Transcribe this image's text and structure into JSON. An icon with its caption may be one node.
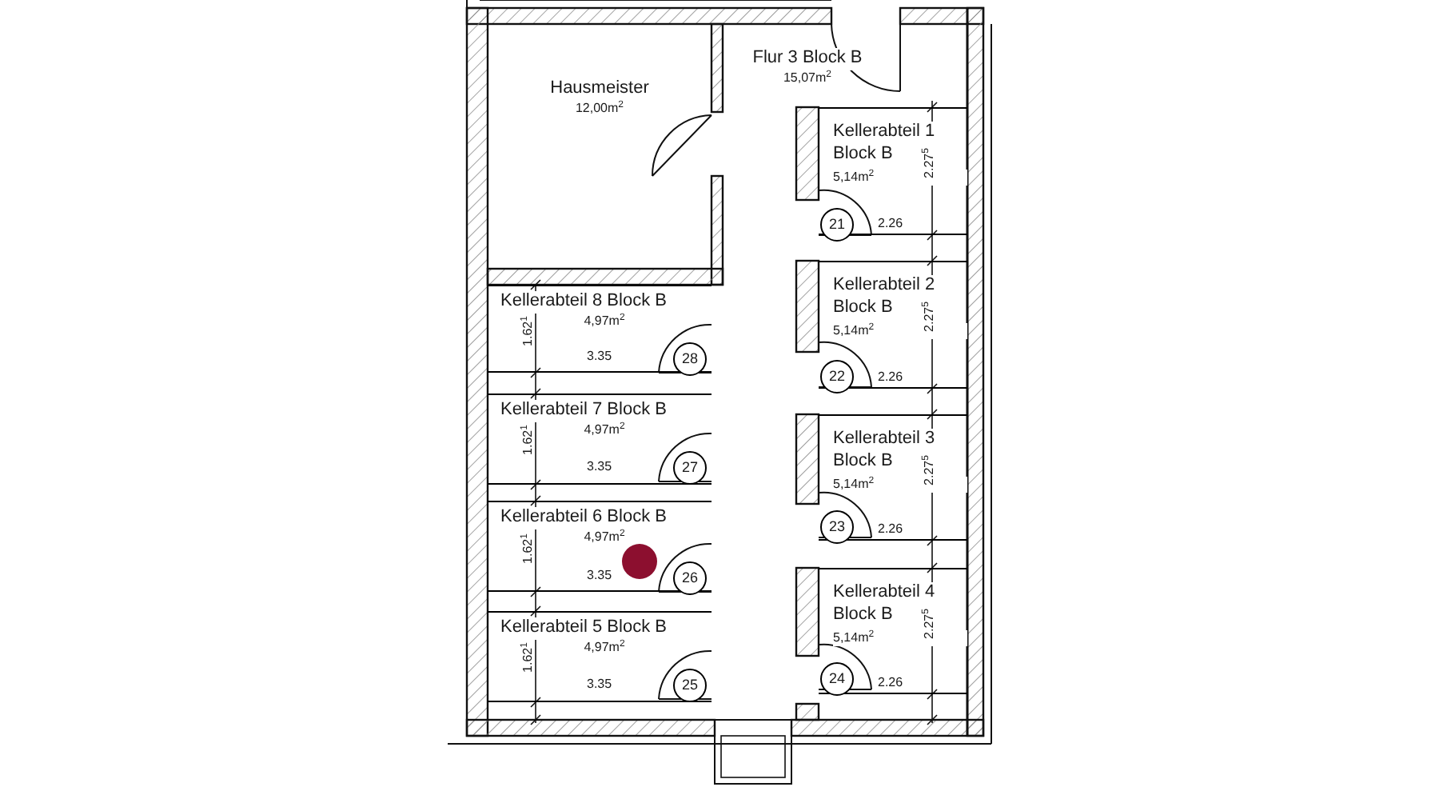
{
  "diagram": {
    "nodes": [
      {
        "text": [
          "Hausmeister",
          "12,00m$^{2}$"
        ]
      },
      {
        "text": [
          "Flur 3 Block B",
          "15,07m$^{2}$"
        ]
      },
      {
        "text": [
          "Kellerabteil 1 Block B",
          "5,14m$^{2}$"
        ]
      },
      {
        "text": [
          "Kellerabteil 2 Block B",
          "5,14m$^{2}$"
        ]
      },
      {
        "text": [
          "Kellerabteil 3 Block B",
          "5,14m$^{2}$"
        ]
      },
      {
        "text": [
          "Kellerabteil 4 Block B",
          "5,14m$^{2}$"
        ]
      },
      {
        "text": [
          "Kellerabteil 8 Block B",
          "4,97m$^{2}$"
        ]
      },
      {
        "text": [
          "Kellerabteil 7 Block B",
          "4,97m$^{2}$"
        ]
      },
      {
        "text": [
          "Kellerabteil 6 Block B",
          "4,97m$^{2}$"
        ]
      },
      {
        "text": [
          "Kellerabteil 5 Block B",
          "4,97m$^{2}$"
        ]
      },
      {
        "text": [
          "21"
        ],
        "in": 2
      },
      {
        "text": [
          "22"
        ],
        "in": 3
      },
      {
        "text": [
          "23"
        ],
        "in": 4
      },
      {
        "text": [
          "24"
        ],
        "in": 5
      },
      {
        "text": [
          "28"
        ],
        "in": 6
      },
      {
        "text": [
          "27"
        ],
        "in": 7
      },
      {
        "text": [
          "26"
        ],
        "in": 8
      },
      {
        "text": [
          "25"
        ],
        "in": 9
      },
      {
        "text": [],
        "shape": "circle",
        "in": 8
      }
    ],
    "labels": [
      "2.27$^{5}$",
      "2.26",
      "2.27$^{5}$",
      "2.26",
      "2.27$^{5}$",
      "2.26",
      "2.27$^{5}$",
      "2.26",
      "1.62$^{1}$",
      "3.35",
      "1.62$^{1}$",
      "3.35",
      "1.62$^{1}$",
      "3.35",
      "1.62$^{1}$",
      "3.35"
    ]
  }
}
